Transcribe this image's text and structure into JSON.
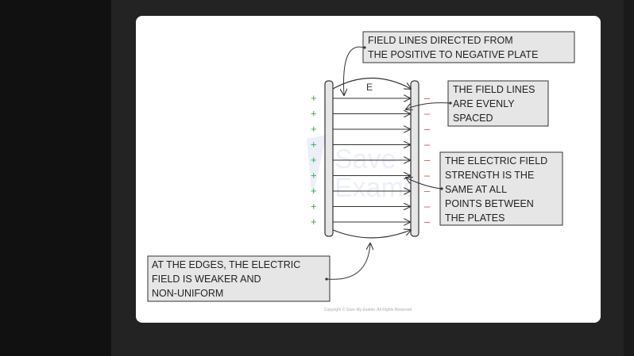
{
  "diagram": {
    "field_label": "E",
    "plus_sign": "+",
    "minus_sign": "–",
    "plus_color": "#3aa84a",
    "minus_color": "#d9534f",
    "callouts": [
      {
        "id": "direction",
        "lines": [
          "FIELD LINES DIRECTED FROM",
          "THE POSITIVE TO NEGATIVE PLATE"
        ]
      },
      {
        "id": "spacing",
        "lines": [
          "THE FIELD LINES",
          "ARE EVENLY",
          "SPACED"
        ]
      },
      {
        "id": "strength",
        "lines": [
          "THE ELECTRIC FIELD",
          "STRENGTH IS THE",
          "SAME AT ALL",
          "POINTS BETWEEN",
          "THE PLATES"
        ]
      },
      {
        "id": "edges",
        "lines": [
          "AT THE EDGES, THE ELECTRIC",
          "FIELD IS WEAKER AND",
          "NON-UNIFORM"
        ]
      }
    ],
    "watermark": [
      "Save",
      "Exams"
    ],
    "copyright": "Copyright © Save My Exams. All Rights Reserved"
  }
}
